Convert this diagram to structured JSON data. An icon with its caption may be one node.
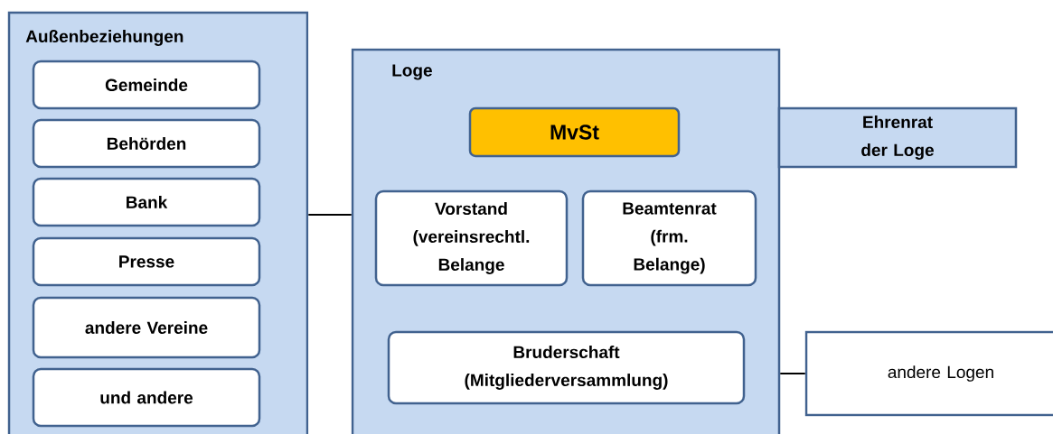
{
  "diagram": {
    "nodes": [
      {
        "text": [
          "Außenbeziehungen"
        ]
      },
      {
        "text": [
          "Gemeinde"
        ],
        "in": 0
      },
      {
        "text": [
          "Behörden"
        ],
        "in": 0
      },
      {
        "text": [
          "Bank"
        ],
        "in": 0
      },
      {
        "text": [
          "Presse"
        ],
        "in": 0
      },
      {
        "text": [
          "andere Vereine"
        ],
        "in": 0
      },
      {
        "text": [
          "und andere"
        ],
        "in": 0
      },
      {
        "text": [
          "Loge"
        ]
      },
      {
        "text": [
          "MvSt"
        ],
        "in": 7
      },
      {
        "text": [
          "Vorstand (vereinsrechtl. Belange"
        ],
        "in": 7
      },
      {
        "text": [
          "Beamtenrat (frm. Belange)"
        ],
        "in": 7
      },
      {
        "text": [
          "Bruderschaft (Mitgliederversammlung)"
        ],
        "in": 7
      },
      {
        "text": [
          "Ehrenrat der Loge"
        ]
      },
      {
        "text": [
          "andere Logen"
        ]
      }
    ],
    "edges": [
      {
        "from": 0,
        "to": 7,
        "arrow": "none"
      },
      {
        "from": 7,
        "to": 13,
        "arrow": "none"
      }
    ]
  }
}
